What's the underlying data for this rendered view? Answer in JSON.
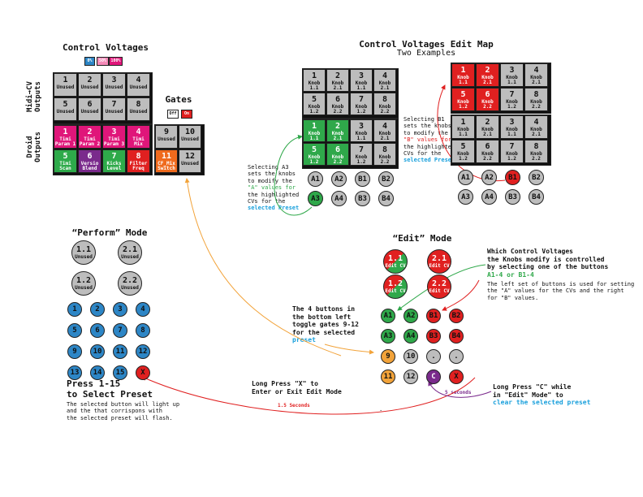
{
  "cv": {
    "title": "Control Voltages",
    "legend": [
      "0%",
      "50%",
      "100%"
    ],
    "midi_label": [
      "Midi→CV",
      "Outputs"
    ],
    "droid_label": [
      "Droid",
      "Outputs"
    ],
    "midi_cells": [
      {
        "n": "1",
        "t": "Unused"
      },
      {
        "n": "2",
        "t": "Unused"
      },
      {
        "n": "3",
        "t": "Unused"
      },
      {
        "n": "4",
        "t": "Unused"
      },
      {
        "n": "5",
        "t": "Unused"
      },
      {
        "n": "6",
        "t": "Unused"
      },
      {
        "n": "7",
        "t": "Unused"
      },
      {
        "n": "8",
        "t": "Unused"
      }
    ],
    "droid_cells": [
      {
        "n": "1",
        "t": "Timi Param 1"
      },
      {
        "n": "2",
        "t": "Timi Param 2"
      },
      {
        "n": "3",
        "t": "Timi Param 3"
      },
      {
        "n": "4",
        "t": "Timi Mix"
      },
      {
        "n": "5",
        "t": "Timi Scan"
      },
      {
        "n": "6",
        "t": "Versio Blend"
      },
      {
        "n": "7",
        "t": "Kicks Level"
      },
      {
        "n": "8",
        "t": "Filter Freq"
      }
    ]
  },
  "gates": {
    "title": "Gates",
    "off": "Off",
    "on": "On",
    "cells": [
      {
        "n": "9",
        "t": "Unused"
      },
      {
        "n": "10",
        "t": "Unused"
      },
      {
        "n": "11",
        "t": "CF_Mix Switch"
      },
      {
        "n": "12",
        "t": "Unused"
      }
    ]
  },
  "editmap": {
    "title": "Control Voltages Edit Map",
    "subtitle": "Two Examples",
    "left_top": [
      {
        "n": "1",
        "t": "Knob 1.1"
      },
      {
        "n": "2",
        "t": "Knob 2.1"
      },
      {
        "n": "3",
        "t": "Knob 1.1"
      },
      {
        "n": "4",
        "t": "Knob 2.1"
      },
      {
        "n": "5",
        "t": "Knob 1.2"
      },
      {
        "n": "6",
        "t": "Knob 2.2"
      },
      {
        "n": "7",
        "t": "Knob 1.2"
      },
      {
        "n": "8",
        "t": "Knob 2.2"
      }
    ],
    "left_bot": [
      {
        "n": "1",
        "t": "Knob 1.1"
      },
      {
        "n": "2",
        "t": "Knob 2.1"
      },
      {
        "n": "3",
        "t": "Knob 1.1"
      },
      {
        "n": "4",
        "t": "Knob 2.1"
      },
      {
        "n": "5",
        "t": "Knob 1.2"
      },
      {
        "n": "6",
        "t": "Knob 2.2"
      },
      {
        "n": "7",
        "t": "Knob 1.2"
      },
      {
        "n": "8",
        "t": "Knob 2.2"
      }
    ],
    "right_top": [
      {
        "n": "1",
        "t": "Knob 1.1"
      },
      {
        "n": "2",
        "t": "Knob 2.1"
      },
      {
        "n": "3",
        "t": "Knob 1.1"
      },
      {
        "n": "4",
        "t": "Knob 2.1"
      },
      {
        "n": "5",
        "t": "Knob 1.2"
      },
      {
        "n": "6",
        "t": "Knob 2.2"
      },
      {
        "n": "7",
        "t": "Knob 1.2"
      },
      {
        "n": "8",
        "t": "Knob 2.2"
      }
    ],
    "right_bot": [
      {
        "n": "1",
        "t": "Knob 1.1"
      },
      {
        "n": "2",
        "t": "Knob 2.1"
      },
      {
        "n": "3",
        "t": "Knob 1.1"
      },
      {
        "n": "4",
        "t": "Knob 2.1"
      },
      {
        "n": "5",
        "t": "Knob 1.2"
      },
      {
        "n": "6",
        "t": "Knob 2.2"
      },
      {
        "n": "7",
        "t": "Knob 1.2"
      },
      {
        "n": "8",
        "t": "Knob 2.2"
      }
    ],
    "left_buttons": [
      "A1",
      "A2",
      "B1",
      "B2",
      "A3",
      "A4",
      "B3",
      "B4"
    ],
    "right_buttons": [
      "A1",
      "A2",
      "B1",
      "B2",
      "A3",
      "A4",
      "B3",
      "B4"
    ],
    "note_a": [
      "Selecting A3",
      "sets the knobs",
      "to modify the",
      "\"A\" values for",
      "the highlighted",
      "CVs for the",
      "selected Preset"
    ],
    "note_b": [
      "Selecting B1",
      "sets the knobs",
      "to modify the",
      "\"B\" values for",
      "the highlighted",
      "CVs for the",
      "selected Preset"
    ]
  },
  "perform": {
    "title": "“Perform” Mode",
    "knobs": [
      {
        "n": "1.1",
        "t": "Unused"
      },
      {
        "n": "2.1",
        "t": "Unused"
      },
      {
        "n": "1.2",
        "t": "Unused"
      },
      {
        "n": "2.2",
        "t": "Unused"
      }
    ],
    "buttons": [
      "1",
      "2",
      "3",
      "4",
      "5",
      "6",
      "7",
      "8",
      "9",
      "10",
      "11",
      "12",
      "13",
      "14",
      "15",
      "X"
    ],
    "press_line1": "Press 1-15",
    "press_line2": "to Select Preset",
    "desc": [
      "The selected button will light up",
      "and the that corrispons with",
      "the selected preset will flash."
    ]
  },
  "edit": {
    "title": "“Edit” Mode",
    "knobs": [
      {
        "n": "1.1",
        "t": "Edit CV"
      },
      {
        "n": "2.1",
        "t": "Edit CV"
      },
      {
        "n": "1.2",
        "t": "Edit CV"
      },
      {
        "n": "2.2",
        "t": "Edit CV"
      }
    ],
    "buttons": [
      "A1",
      "A2",
      "B1",
      "B2",
      "A3",
      "A4",
      "B3",
      "B4",
      "9",
      "10",
      ".",
      ".",
      "11",
      "12",
      "C",
      "X"
    ],
    "which_title": [
      "Which Control Voltages",
      "the Knobs modify is controlled",
      "by selecting one of the buttons",
      "A1-4 or B1-4"
    ],
    "which_desc": [
      "The left set of buttons is used for setting",
      "the \"A\" values for the CVs and the right",
      "for \"B\" values."
    ],
    "four_buttons": [
      "The 4 buttons in",
      "the bottom left",
      "toggle gates 9-12",
      "for the selected",
      "preset"
    ],
    "long_x": [
      "Long Press \"X\" to",
      "Enter or Exit Edit Mode"
    ],
    "long_c": [
      "Long Press \"C\" while",
      "in \"Edit\" Mode\" to",
      "clear the selected preset"
    ],
    "secs_x": "1.5 Seconds",
    "secs_c": "5 seconds",
    "dot": "."
  }
}
